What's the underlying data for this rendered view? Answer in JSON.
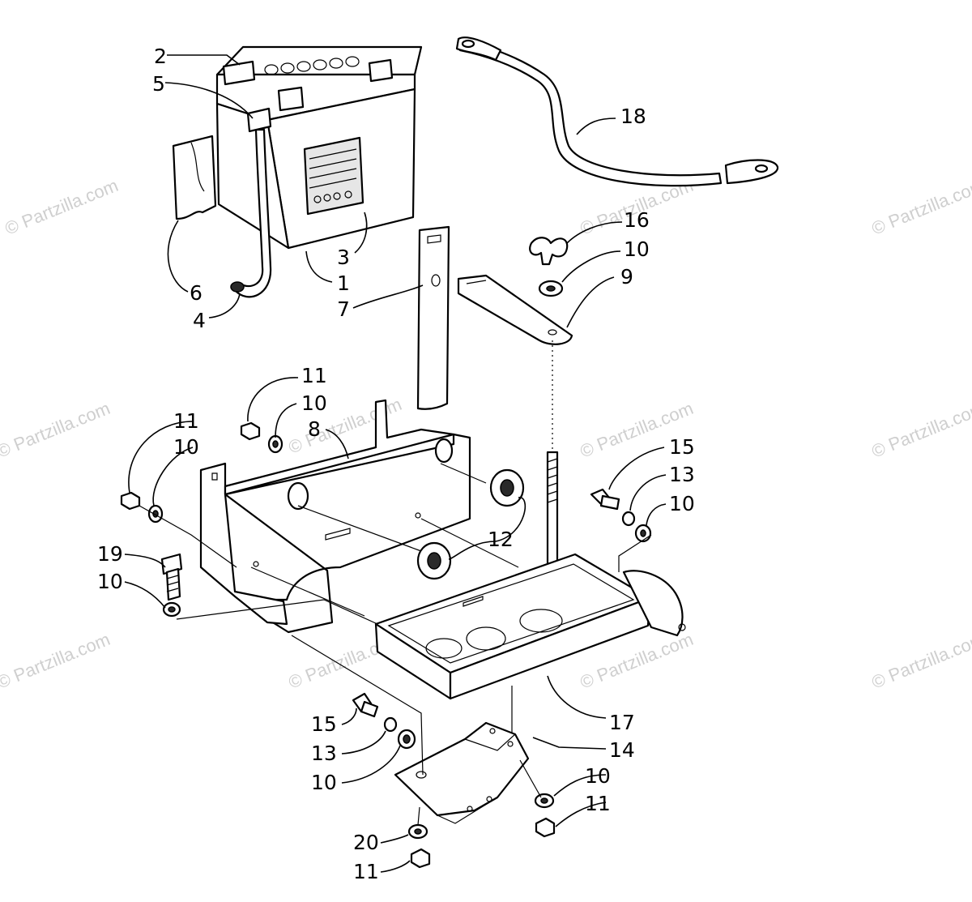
{
  "diagram": {
    "watermark": "© Partzilla.com",
    "callouts": [
      "1",
      "2",
      "3",
      "4",
      "5",
      "6",
      "7",
      "8",
      "9",
      "10",
      "11",
      "12",
      "13",
      "14",
      "15",
      "16",
      "17",
      "18",
      "19",
      "20"
    ]
  }
}
